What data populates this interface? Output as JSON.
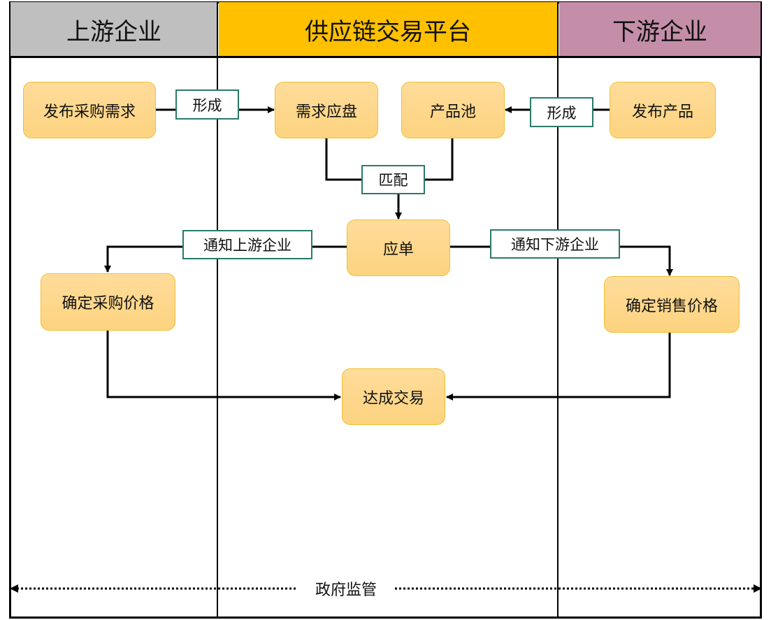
{
  "lanes": {
    "upstream": "上游企业",
    "platform": "供应链交易平台",
    "downstream": "下游企业"
  },
  "colors": {
    "upstream_header": "#bfbfbf",
    "platform_header": "#ffc000",
    "downstream_header": "#c48ea8",
    "node_fill": "#fdd37f",
    "label_border": "#2a7a6a"
  },
  "nodes": {
    "publish_demand": "发布采购需求",
    "demand_pool": "需求应盘",
    "product_pool": "产品池",
    "publish_product": "发布产品",
    "order": "应单",
    "set_purchase_price": "确定采购价格",
    "set_sales_price": "确定销售价格",
    "deal": "达成交易"
  },
  "edge_labels": {
    "form_left": "形成",
    "form_right": "形成",
    "match": "匹配",
    "notify_upstream": "通知上游企业",
    "notify_downstream": "通知下游企业"
  },
  "footer": {
    "supervision": "政府监管"
  }
}
